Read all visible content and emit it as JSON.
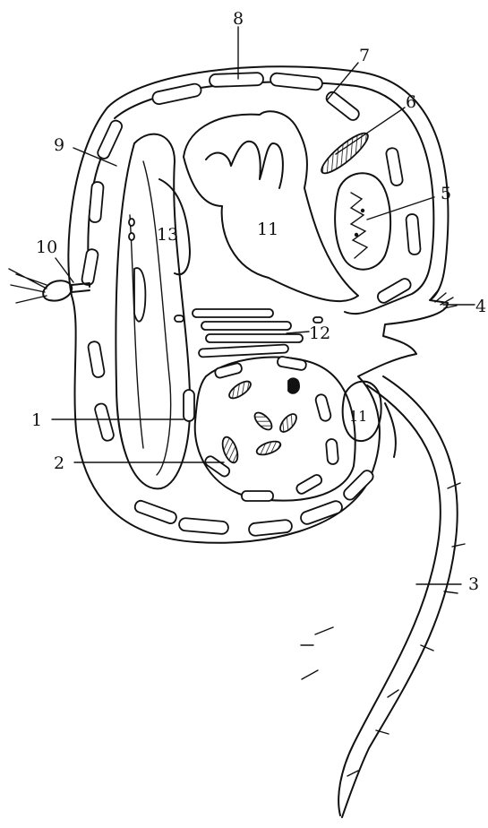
{
  "labels": {
    "l1": "1",
    "l2": "2",
    "l3": "3",
    "l4": "4",
    "l5": "5",
    "l6": "6",
    "l7": "7",
    "l8": "8",
    "l9": "9",
    "l10": "10",
    "l11a": "11",
    "l11b": "11",
    "l12": "12",
    "l13": "13"
  }
}
